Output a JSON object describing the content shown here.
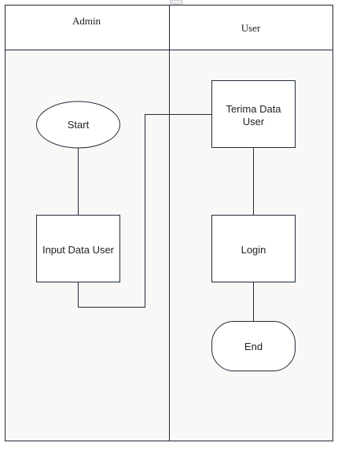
{
  "diagram": {
    "type": "swimlane-flowchart",
    "colors": {
      "lane_body": "#faf8f6",
      "header": "#ffffff",
      "stroke": "#1f2b3a",
      "node_fill": "#ffffff"
    },
    "lanes": [
      {
        "id": "admin",
        "title": "Admin"
      },
      {
        "id": "user",
        "title": "User"
      }
    ],
    "nodes": [
      {
        "id": "start",
        "lane": "admin",
        "shape": "ellipse",
        "label": "Start"
      },
      {
        "id": "input",
        "lane": "admin",
        "shape": "rect",
        "label": "Input Data User"
      },
      {
        "id": "terima",
        "lane": "user",
        "shape": "rect",
        "label_lines": [
          "Terima Data",
          "User"
        ]
      },
      {
        "id": "login",
        "lane": "user",
        "shape": "rect",
        "label": "Login"
      },
      {
        "id": "end",
        "lane": "user",
        "shape": "terminator",
        "label": "End"
      }
    ],
    "edges": [
      {
        "from": "start",
        "to": "input"
      },
      {
        "from": "input",
        "to": "terima"
      },
      {
        "from": "terima",
        "to": "login"
      },
      {
        "from": "login",
        "to": "end"
      }
    ]
  }
}
